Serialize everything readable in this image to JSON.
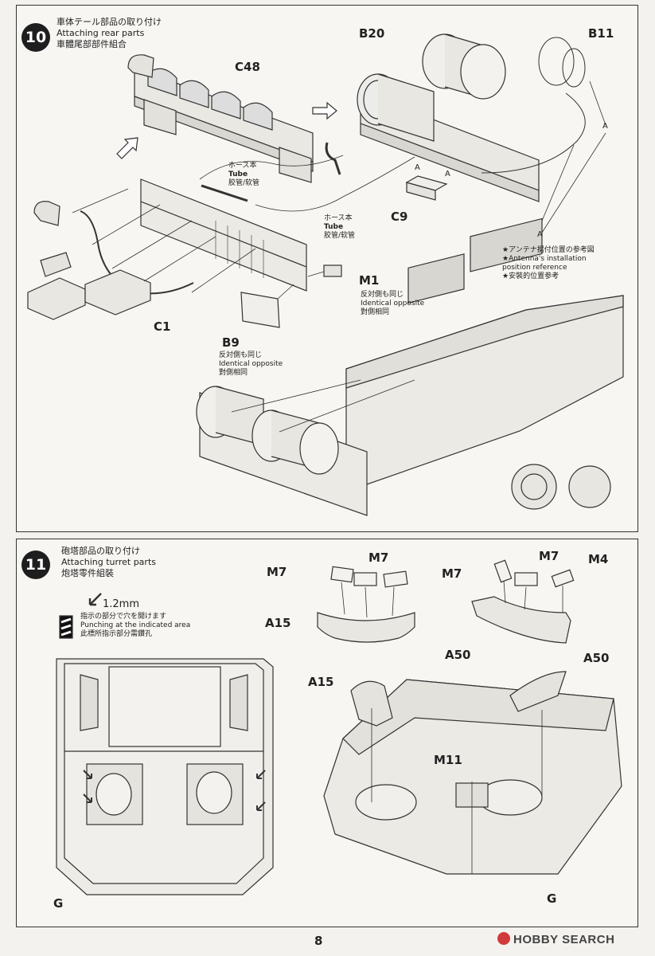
{
  "step10": {
    "number": "10",
    "title_jp": "車体テール部品の取り付け",
    "title_en": "Attaching rear parts",
    "title_cn": "車體尾部部件組合",
    "parts": {
      "c48": "C48",
      "b20": "B20",
      "b11": "B11",
      "c9": "C9",
      "m1": "M1",
      "c1": "C1",
      "b9": "B9",
      "a1": "A",
      "a2": "A",
      "a3": "A",
      "a4": "A"
    },
    "tube_note_1": {
      "jp": "ホース本",
      "en": "Tube",
      "cn": "胶管/软管"
    },
    "tube_note_2": {
      "jp": "ホース本",
      "en": "Tube",
      "cn": "胶管/软管"
    },
    "m1_note": {
      "jp": "反対側も同じ",
      "en": "Identical opposite",
      "cn": "對側相同"
    },
    "b9_note": {
      "jp": "反対側も同じ",
      "en": "Identical opposite",
      "cn": "對側相同"
    },
    "antenna_note": {
      "jp": "★アンテナ据付位置の参考図",
      "en1": "★Antenna's installation",
      "en2": "position reference",
      "cn": "★安裝的位置参考"
    }
  },
  "step11": {
    "number": "11",
    "title_jp": "砲塔部品の取り付け",
    "title_en": "Attaching turret parts",
    "title_cn": "炮塔零件組裝",
    "drill": {
      "size": "1.2mm",
      "jp": "指示の部分で穴を開けます",
      "en": "Punching at the indicated area",
      "cn": "此標所指示部分需鑽孔"
    },
    "parts": {
      "m7a": "M7",
      "m7b": "M7",
      "m7c": "M7",
      "m7d": "M7",
      "m4": "M4",
      "a15a": "A15",
      "a15b": "A15",
      "a50a": "A50",
      "a50b": "A50",
      "m11": "M11",
      "ga": "G",
      "gb": "G"
    }
  },
  "page_number": "8",
  "watermark": "HOBBY SEARCH"
}
